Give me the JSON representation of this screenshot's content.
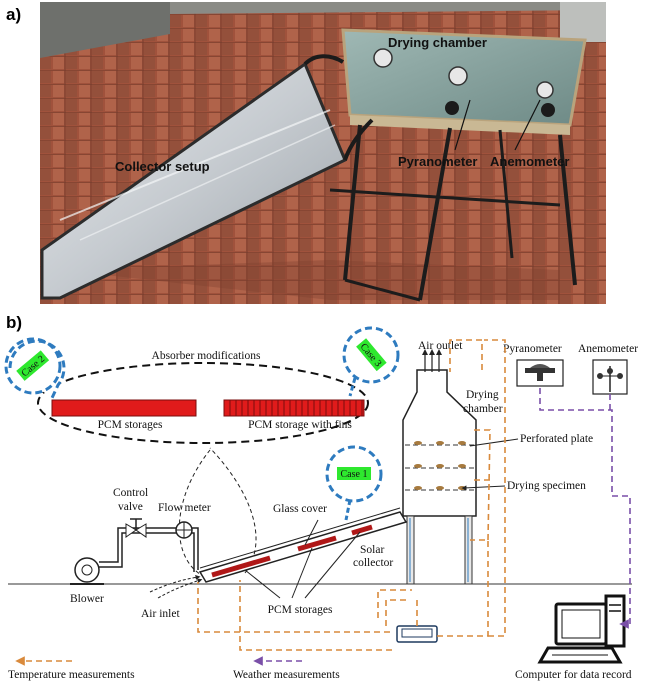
{
  "panel_a": {
    "letter": "a)",
    "labels": {
      "drying_chamber": "Drying chamber",
      "collector_setup": "Collector setup",
      "pyranometer": "Pyranometer",
      "anemometer": "Anemometer"
    }
  },
  "panel_b": {
    "letter": "b)",
    "absorber_title": "Absorber modifications",
    "pcm_storages": "PCM storages",
    "pcm_storage_fins": "PCM storage with fins",
    "cases": [
      "Case 2",
      "Case 3",
      "Case 1"
    ],
    "air_outlet": "Air outlet",
    "drying_chamber_line1": "Drying",
    "drying_chamber_line2": "chamber",
    "perforated_plate": "Perforated plate",
    "drying_specimen": "Drying specimen",
    "pyranometer": "Pyranometer",
    "anemometer": "Anemometer",
    "control_valve_line1": "Control",
    "control_valve_line2": "valve",
    "flow_meter": "Flow meter",
    "glass_cover": "Glass cover",
    "solar_collector_line1": "Solar",
    "solar_collector_line2": "collector",
    "blower": "Blower",
    "air_inlet": "Air inlet",
    "pcm_storages_bottom": "PCM storages",
    "temperature_measurements": "Temperature measurements",
    "weather_measurements": "Weather measurements",
    "computer": "Computer  for data record"
  },
  "colors": {
    "temperature_line": "#d98a3c",
    "weather_line": "#7a4fa8",
    "case_circle": "#2e7bbf",
    "case_badge": "#2ee82e",
    "pcm_red": "#e01b1b"
  }
}
